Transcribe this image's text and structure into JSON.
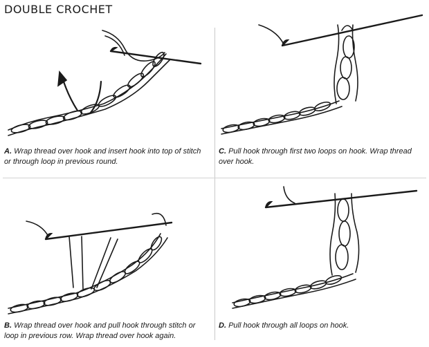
{
  "title": "DOUBLE CROCHET",
  "steps": [
    {
      "letter": "A.",
      "text": "Wrap thread over hook and insert hook into top of stitch or through loop in previous round."
    },
    {
      "letter": "B.",
      "text": "Wrap thread over hook and pull hook through stitch or loop in previous row. Wrap thread over hook again."
    },
    {
      "letter": "C.",
      "text": "Pull hook through first two loops on hook. Wrap thread over hook."
    },
    {
      "letter": "D.",
      "text": "Pull hook through all loops on hook."
    }
  ]
}
